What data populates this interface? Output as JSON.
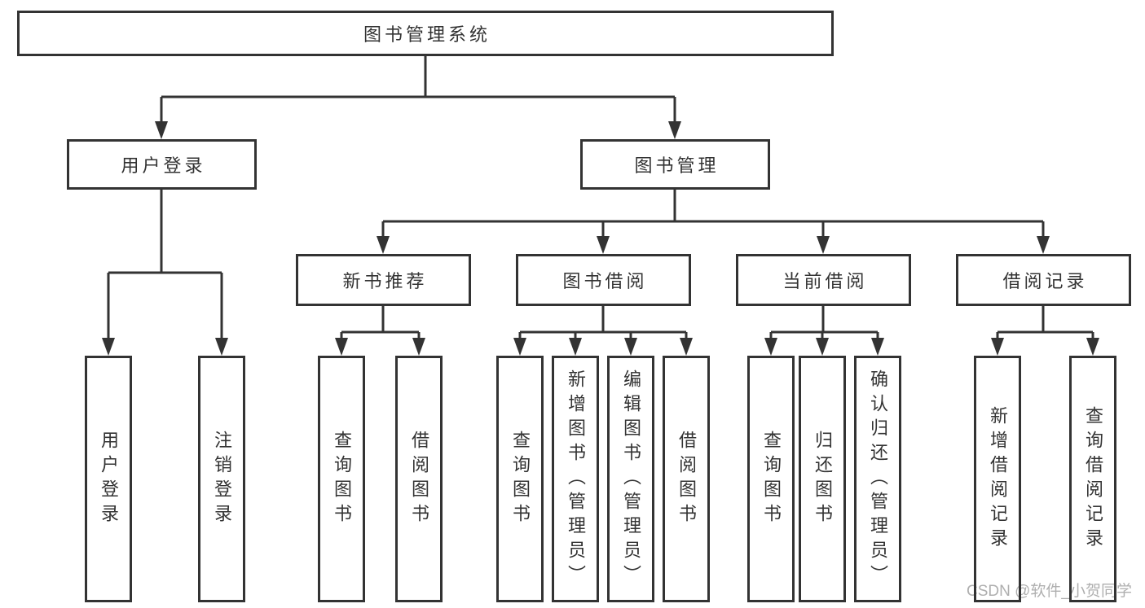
{
  "tree": {
    "root": {
      "label": "图书管理系统",
      "children": [
        {
          "label": "用户登录",
          "children": [
            {
              "label": "用户登录"
            },
            {
              "label": "注销登录"
            }
          ]
        },
        {
          "label": "图书管理",
          "children": [
            {
              "label": "新书推荐",
              "children": [
                {
                  "label": "查询图书"
                },
                {
                  "label": "借阅图书"
                }
              ]
            },
            {
              "label": "图书借阅",
              "children": [
                {
                  "label": "查询图书"
                },
                {
                  "label": "新增图书（管理员）"
                },
                {
                  "label": "编辑图书（管理员）"
                },
                {
                  "label": "借阅图书"
                }
              ]
            },
            {
              "label": "当前借阅",
              "children": [
                {
                  "label": "查询图书"
                },
                {
                  "label": "归还图书"
                },
                {
                  "label": "确认归还（管理员）"
                }
              ]
            },
            {
              "label": "借阅记录",
              "children": [
                {
                  "label": "新增借阅记录"
                },
                {
                  "label": "查询借阅记录"
                }
              ]
            }
          ]
        }
      ]
    }
  },
  "watermark": {
    "text": "CSDN @软件_小贺同学"
  },
  "colors": {
    "line": "#333333",
    "box_border": "#333333",
    "text": "#333333",
    "watermark": "#a6a6a6",
    "background": "#ffffff"
  }
}
